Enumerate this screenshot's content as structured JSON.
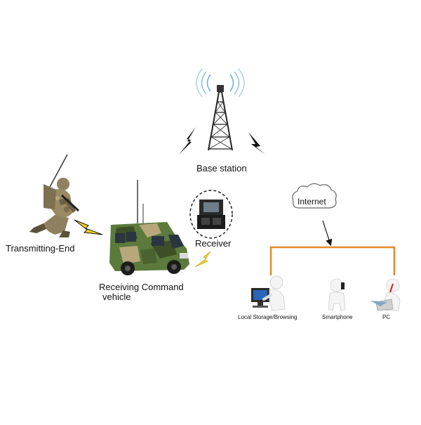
{
  "labels": {
    "base_station": "Base station",
    "transmitting_end": "Transmitting-End",
    "receiving_line1": "Receiving Command",
    "receiving_line2": "vehicle",
    "receiver": "Receiver",
    "internet": "Internet",
    "local_storage": "Local Storage/Browsing",
    "smartphone": "Smartphone",
    "pc": "PC"
  },
  "icons": {
    "tower": "cell-tower-icon",
    "soldier": "soldier-icon",
    "vehicle": "command-vehicle-icon",
    "receiver": "receiver-case-icon",
    "cloud": "cloud-icon",
    "lightning": "lightning-icon",
    "person_desktop": "person-desktop-icon",
    "person_phone": "person-phone-icon",
    "person_laptop": "person-laptop-icon"
  },
  "colors": {
    "network_line": "#e8892a",
    "lightning_yellow": "#f2d21a",
    "signal_blue": "#6aaee0",
    "camo_green": "#5b7a3b",
    "camo_dark": "#3c4f26",
    "camo_tan": "#b7a77a"
  }
}
